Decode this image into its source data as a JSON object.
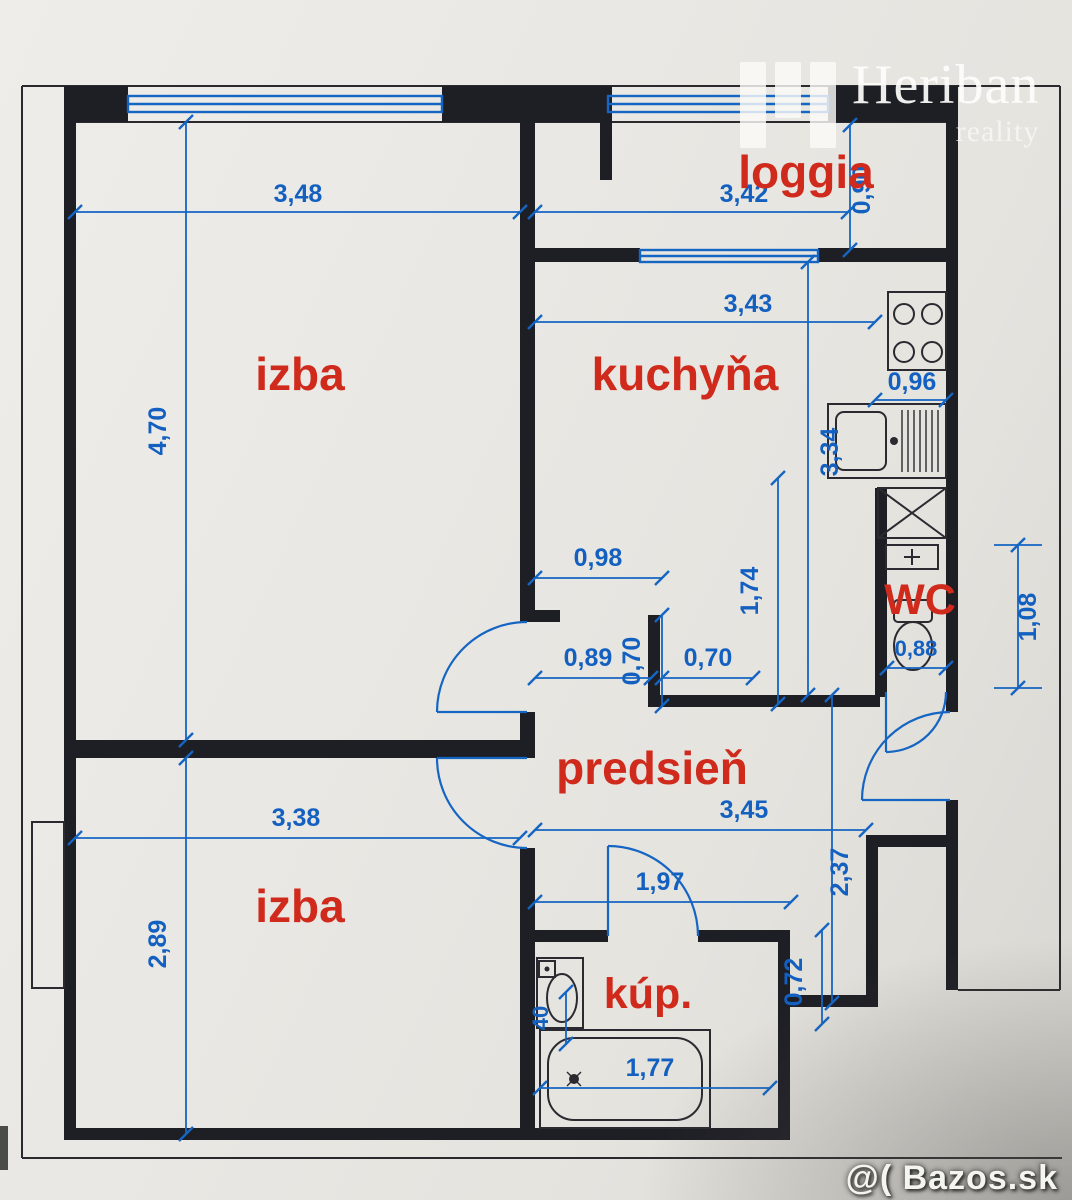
{
  "watermark": {
    "brand": "Heriban",
    "brand_sub": "reality",
    "site": "@( Bazos.sk"
  },
  "rooms": {
    "izba1": "izba",
    "kuchyna": "kuchyňa",
    "loggia": "loggia",
    "wc": "WC",
    "predsien": "predsieň",
    "izba2": "izba",
    "kupelna": "kúp."
  },
  "dims": {
    "izba1_width": "3,48",
    "izba1_height": "4,70",
    "loggia_width": "3,42",
    "loggia_depth": "0,90",
    "kuchyna_width": "3,43",
    "stove_zone_width": "0,96",
    "kuchyna_height": "3,34",
    "hall_nook_width": "0,98",
    "hall_nook_inner": "0,89",
    "hall_step_depth": "0,70",
    "hall_step_width": "0,70",
    "kitchen_passage": "1,74",
    "wc_width": "0,88",
    "shaft_side": "1,08",
    "izba2_width": "3,38",
    "predsien_width": "3,45",
    "predsien_depth": "2,37",
    "izba2_height": "2,89",
    "kupelna_width": "1,97",
    "kupelna_niche": "0,72",
    "basin_width": "40",
    "bath_length": "1,77"
  },
  "colors": {
    "paper": "#e9e7e2",
    "wall": "#1e1e25",
    "dimension_blue": "#1565c3",
    "label_red": "#cf2a1c",
    "watermark_white": "#ffffff"
  }
}
